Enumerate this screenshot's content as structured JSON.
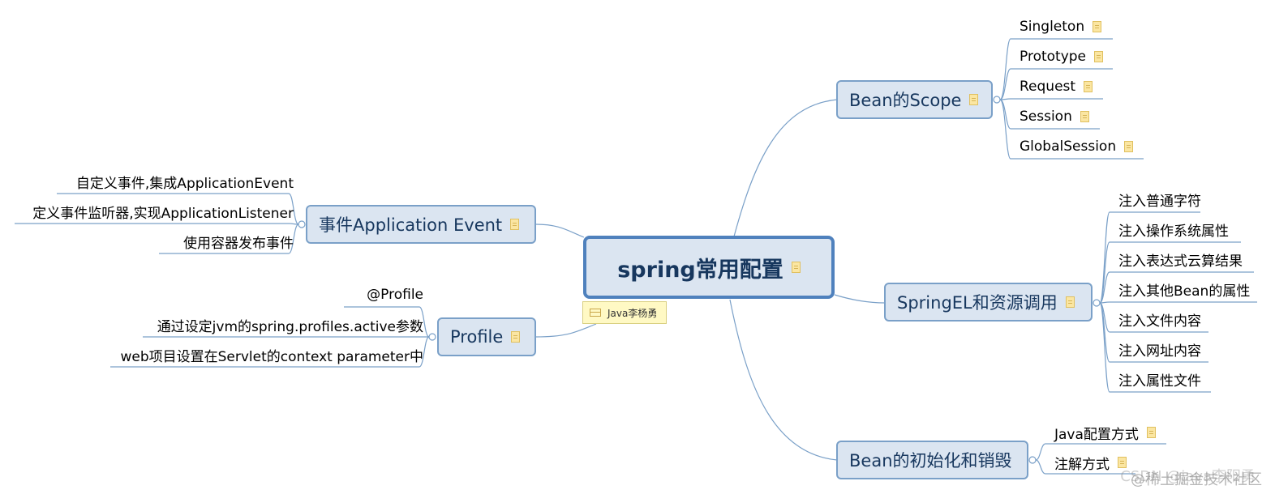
{
  "center": {
    "label": "spring常用配置"
  },
  "tag": {
    "label": "Java李杨勇"
  },
  "branches": {
    "bean_scope": {
      "label": "Bean的Scope",
      "children": [
        "Singleton",
        "Prototype",
        "Request",
        "Session",
        "GlobalSession"
      ]
    },
    "spring_el": {
      "label": "SpringEL和资源调用",
      "children": [
        "注入普通字符",
        "注入操作系统属性",
        "注入表达式云算结果",
        "注入其他Bean的属性",
        "注入文件内容",
        "注入网址内容",
        "注入属性文件"
      ]
    },
    "bean_init": {
      "label": "Bean的初始化和销毁",
      "children": [
        "Java配置方式",
        "注解方式"
      ]
    },
    "event": {
      "label": "事件Application Event",
      "children": [
        "自定义事件,集成ApplicationEvent",
        "定义事件监听器,实现ApplicationListener",
        "使用容器发布事件"
      ]
    },
    "profile": {
      "label": "Profile",
      "children": [
        "@Profile",
        "通过设定jvm的spring.profiles.active参数",
        "web项目设置在Servlet的context parameter中"
      ]
    }
  },
  "watermark": {
    "primary": "@稀土掘金技术社区",
    "secondary": "CSDN @java李阳勇"
  },
  "colors": {
    "node_fill": "#dbe5f1",
    "node_border": "#7aa0c8",
    "center_border": "#4f81bd",
    "line": "#4f81bd",
    "text": "#17375e"
  }
}
